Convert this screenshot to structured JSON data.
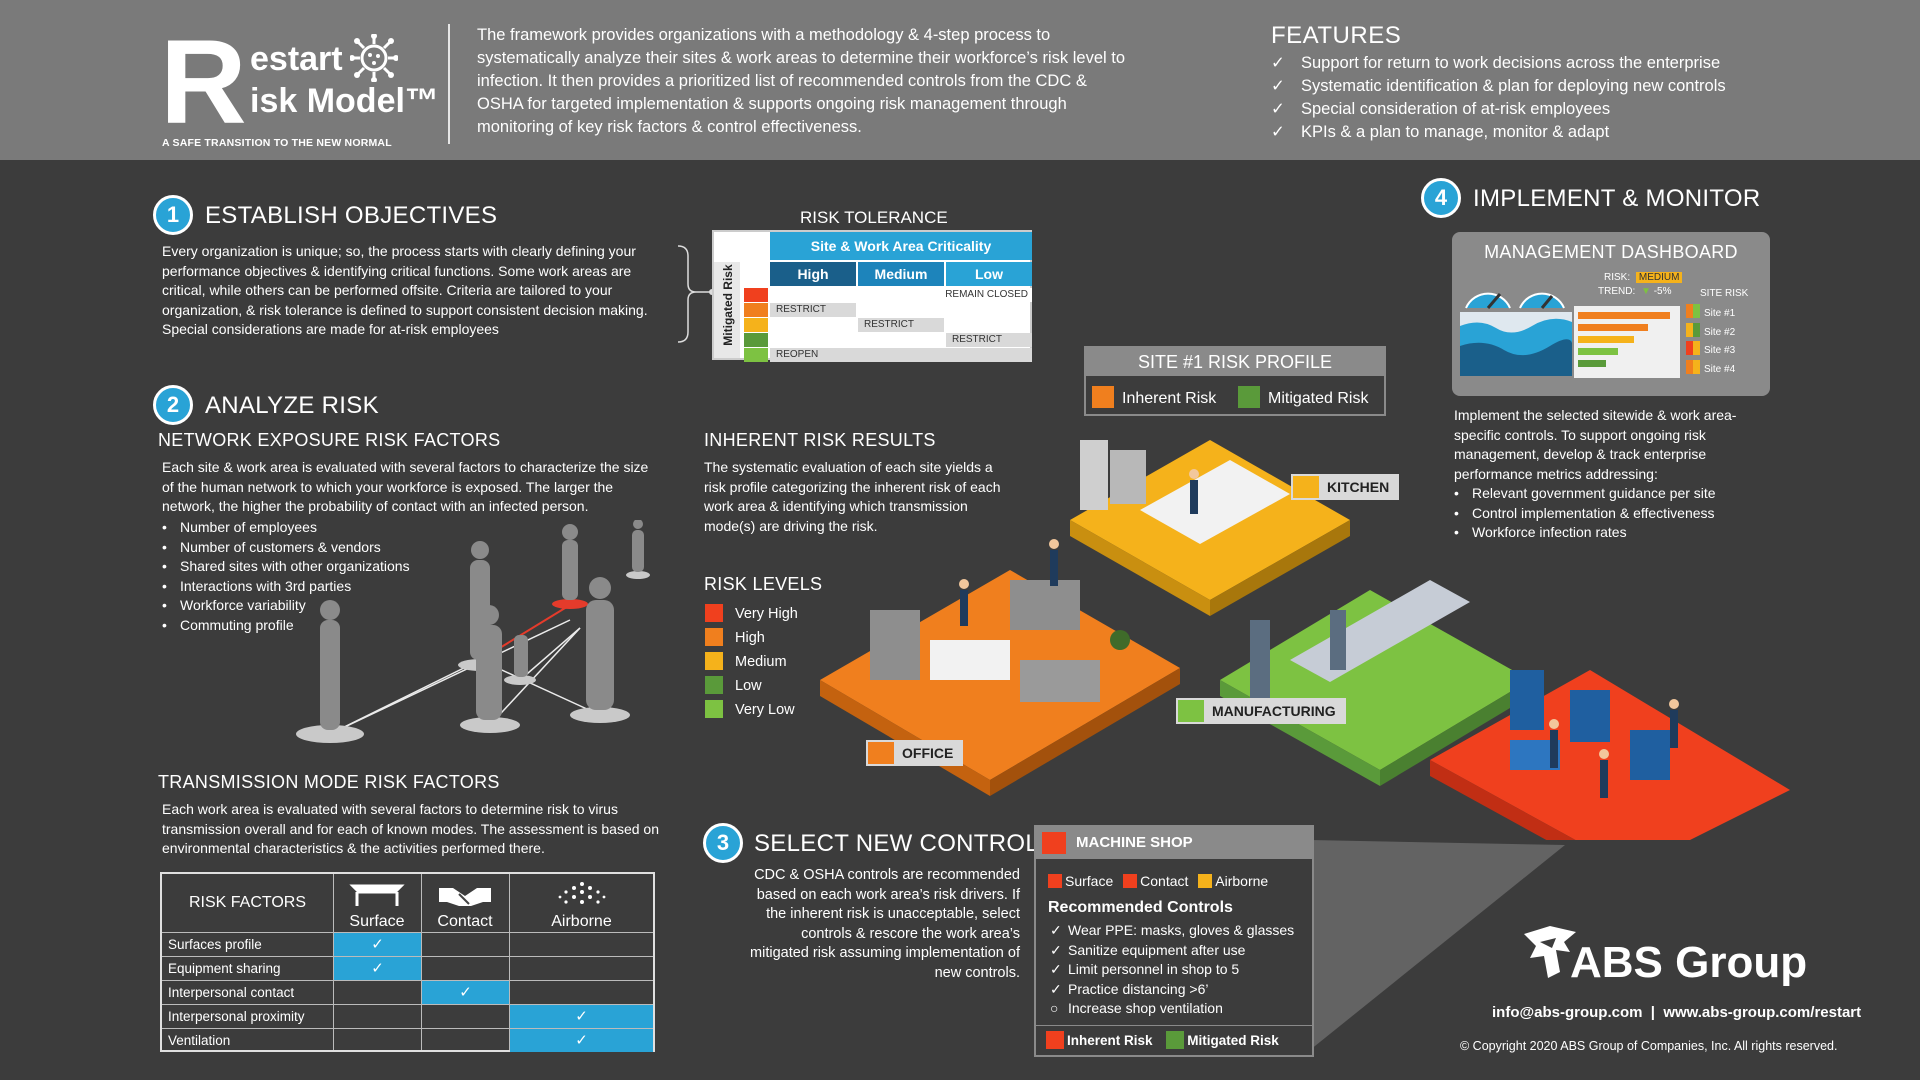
{
  "header": {
    "logo_r": "R",
    "logo_restart": "estart",
    "logo_model": "isk Model™",
    "logo_tagline": "A SAFE TRANSITION TO THE NEW NORMAL",
    "description": "The framework provides organizations with a methodology & 4-step process to systematically analyze their sites & work areas to determine their workforce’s risk level to infection.  It then provides a prioritized list of recommended controls from the CDC & OSHA for targeted implementation & supports ongoing risk management through monitoring of key risk factors & control effectiveness.",
    "features_title": "FEATURES",
    "features": [
      "Support for return to work decisions across the enterprise",
      "Systematic identification & plan for deploying new controls",
      "Special consideration of at-risk employees",
      "KPIs & a plan to manage, monitor & adapt"
    ]
  },
  "step1": {
    "number": "1",
    "title": "ESTABLISH OBJECTIVES",
    "body": "Every organization is unique; so, the process starts with clearly defining your performance objectives & identifying critical functions.  Some work areas are critical, while others can be performed offsite.  Criteria are tailored to your organization, & risk tolerance is defined to support consistent decision making.  Special considerations are made for at-risk employees"
  },
  "risk_tolerance": {
    "title": "RISK TOLERANCE",
    "header": "Site & Work Area Criticality",
    "columns": [
      "High",
      "Medium",
      "Low"
    ],
    "side_label": "Mitigated Risk",
    "cells": [
      "REMAIN CLOSED",
      "RESTRICT",
      "RESTRICT",
      "RESTRICT",
      "REOPEN"
    ]
  },
  "step2": {
    "number": "2",
    "title": "ANALYZE RISK",
    "network_title": "NETWORK EXPOSURE RISK FACTORS",
    "network_body": "Each site & work area is evaluated with several factors to characterize the size of the human network to which your workforce is exposed.  The larger the network, the higher the probability of contact with an infected person.",
    "network_bullets": [
      "Number of employees",
      "Number of customers & vendors",
      "Shared sites with other organizations",
      "Interactions with 3rd parties",
      "Workforce variability",
      "Commuting profile"
    ],
    "transmission_title": "TRANSMISSION MODE RISK FACTORS",
    "transmission_body": "Each work area is evaluated with several factors to determine risk to virus transmission overall and for each of known modes.  The assessment is based on environmental characteristics & the activities performed there."
  },
  "transmission_table": {
    "header": "RISK FACTORS",
    "modes": [
      "Surface",
      "Contact",
      "Airborne"
    ],
    "rows": [
      {
        "label": "Surfaces profile",
        "checks": [
          true,
          false,
          false
        ]
      },
      {
        "label": "Equipment sharing",
        "checks": [
          true,
          false,
          false
        ]
      },
      {
        "label": "Interpersonal contact",
        "checks": [
          false,
          true,
          false
        ]
      },
      {
        "label": "Interpersonal proximity",
        "checks": [
          false,
          false,
          true
        ]
      },
      {
        "label": "Ventilation",
        "checks": [
          false,
          false,
          true
        ]
      }
    ],
    "check_mark": "✓"
  },
  "inherent": {
    "title": "INHERENT RISK RESULTS",
    "body": "The systematic evaluation of each site yields a risk profile categorizing the inherent risk of each work area & identifying which transmission mode(s) are driving the risk.",
    "levels_title": "RISK LEVELS",
    "levels": [
      {
        "label": "Very High",
        "color": "#f0401e"
      },
      {
        "label": "High",
        "color": "#f07f1e"
      },
      {
        "label": "Medium",
        "color": "#f5b21b"
      },
      {
        "label": "Low",
        "color": "#5a9a3a"
      },
      {
        "label": "Very Low",
        "color": "#7dc242"
      }
    ]
  },
  "site_profile": {
    "title": "SITE #1 RISK PROFILE",
    "inherent": "Inherent Risk",
    "mitigated": "Mitigated Risk"
  },
  "areas": {
    "kitchen": "KITCHEN",
    "office": "OFFICE",
    "manufacturing": "MANUFACTURING"
  },
  "step3": {
    "number": "3",
    "title": "SELECT NEW CONTROLS",
    "body": "CDC & OSHA controls are recommended based on each work area’s risk drivers. If the inherent risk is unacceptable, select controls & rescore the work area’s mitigated risk assuming implementation of new controls."
  },
  "machine_shop": {
    "title": "MACHINE SHOP",
    "modes": [
      "Surface",
      "Contact",
      "Airborne"
    ],
    "controls_title": "Recommended Controls",
    "controls": [
      {
        "mark": "✓",
        "text": "Wear PPE: masks, gloves & glasses"
      },
      {
        "mark": "✓",
        "text": "Sanitize equipment after use"
      },
      {
        "mark": "✓",
        "text": "Limit personnel in shop to 5"
      },
      {
        "mark": "✓",
        "text": "Practice distancing >6’"
      },
      {
        "mark": "○",
        "text": "Increase shop ventilation"
      }
    ],
    "inherent": "Inherent Risk",
    "mitigated": "Mitigated Risk"
  },
  "step4": {
    "number": "4",
    "title": "IMPLEMENT & MONITOR",
    "body": "Implement the selected sitewide & work area-specific controls.  To support ongoing risk management, develop & track enterprise performance metrics addressing:",
    "bullets": [
      "Relevant government guidance per site",
      "Control implementation & effectiveness",
      "Workforce infection rates"
    ]
  },
  "dashboard": {
    "title": "MANAGEMENT DASHBOARD",
    "risk_label": "RISK:",
    "risk_value": "MEDIUM",
    "trend_label": "TREND:",
    "trend_value": "-5%",
    "site_risk_label": "SITE RISK",
    "sites": [
      "Site #1",
      "Site #2",
      "Site #3",
      "Site #4"
    ]
  },
  "footer": {
    "company": "ABS Group",
    "contact": "info@abs-group.com  |  www.abs-group.com/restart",
    "copyright": "© Copyright 2020 ABS Group of Companies, Inc. All rights reserved."
  },
  "colors": {
    "accent": "#29a3d6",
    "very_high": "#f0401e",
    "high": "#f07f1e",
    "medium": "#f5b21b",
    "low": "#5a9a3a",
    "very_low": "#7dc242"
  }
}
